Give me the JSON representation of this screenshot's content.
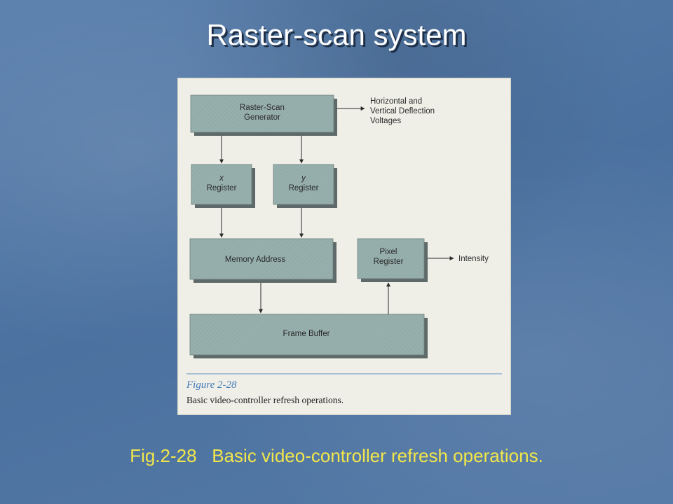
{
  "slide": {
    "title": "Raster-scan system",
    "caption": "Fig.2-28   Basic video-controller refresh operations."
  },
  "figure": {
    "blocks": {
      "generator": [
        "Raster-Scan",
        "Generator"
      ],
      "x_register": [
        "x",
        "Register"
      ],
      "y_register": [
        "y",
        "Register"
      ],
      "memory_address": "Memory Address",
      "pixel_register": [
        "Pixel",
        "Register"
      ],
      "frame_buffer": "Frame Buffer"
    },
    "outputs": {
      "deflection": [
        "Horizontal and",
        "Vertical Deflection",
        "Voltages"
      ],
      "intensity": "Intensity"
    },
    "caption_label": "Figure 2-28",
    "caption_text": "Basic video-controller refresh operations."
  },
  "colors": {
    "block_fill": "#97b0ad",
    "block_shadow": "#5e6a69",
    "caption_label": "#3f78b8",
    "slide_caption": "#f2e64a"
  }
}
